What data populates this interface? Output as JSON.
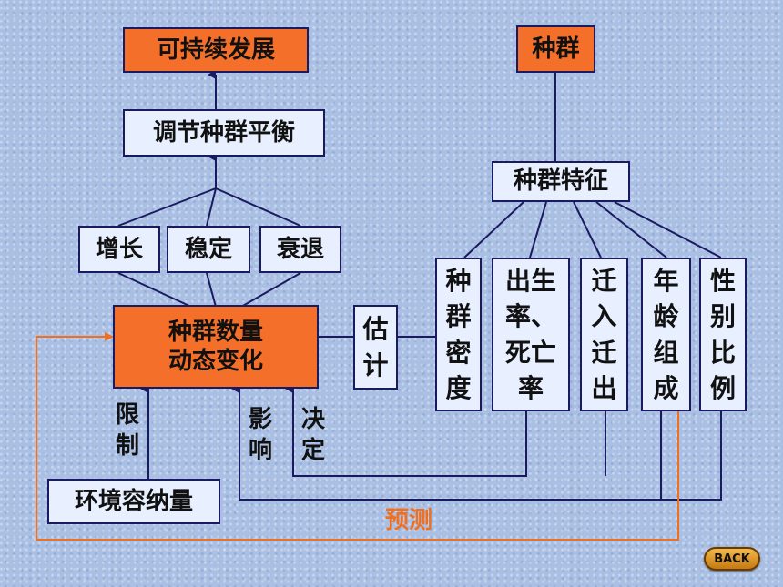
{
  "nodes": {
    "sustainable": "可持续发展",
    "regulate": "调节种群平衡",
    "growth": "增长",
    "stable": "稳定",
    "decline": "衰退",
    "dynamic": "种群数量\n动态变化",
    "capacity": "环境容纳量",
    "estimate": "估\n计",
    "population": "种群",
    "features": "种群特征",
    "density": "种\n群\n密\n度",
    "birth_death": "出生\n率、\n死亡\n率",
    "migration": "迁\n入\n迁\n出",
    "age": "年\n龄\n组\n成",
    "sex": "性\n别\n比\n例"
  },
  "edge_labels": {
    "limit": "限\n制",
    "influence": "影\n响",
    "determine": "决\n定",
    "predict": "预测"
  },
  "back_button": "BACK",
  "colors": {
    "orange_box": "#f46f2a",
    "orange_line": "#f07020",
    "line": "#1a1a60"
  }
}
